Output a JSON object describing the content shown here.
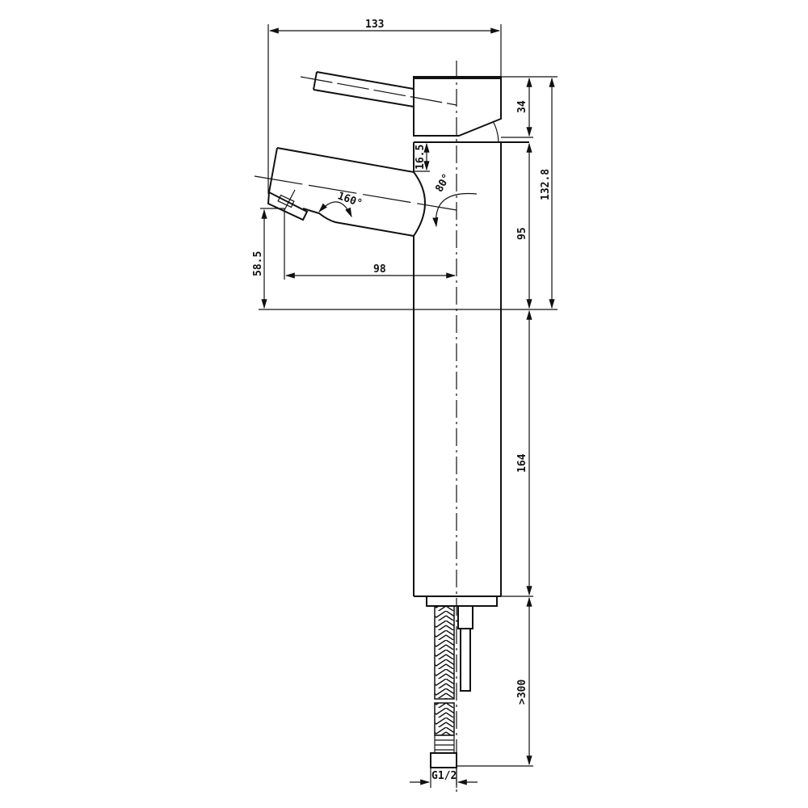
{
  "dimensions": {
    "overall_width": "133",
    "handle_height": "34",
    "gap": "16.5",
    "total_head_height": "132.8",
    "spout_height": "95",
    "spout_outlet_height": "58.5",
    "spout_reach": "98",
    "body_height": "164",
    "hose_length": ">300",
    "connection": "G1/2",
    "spout_swivel_angle": "160°",
    "handle_angle": "80°"
  }
}
